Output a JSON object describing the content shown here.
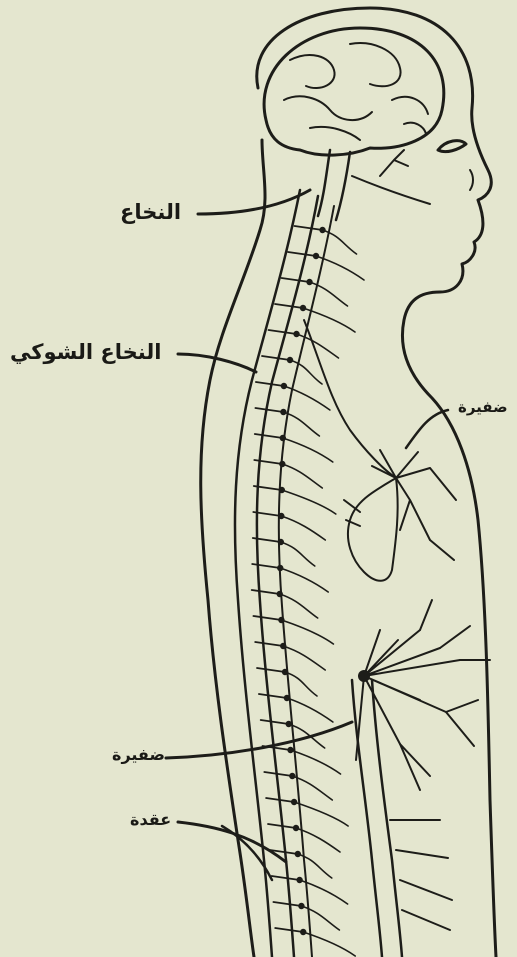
{
  "colors": {
    "paper": "#e4e6cf",
    "ink": "#1d1d19"
  },
  "labels": {
    "brain_stem": "النخاع",
    "spinal_cord": "النخاع الشوكي",
    "plexus_upper": "ضفيرة",
    "plexus_lower": "ضفيرة",
    "ganglion": "عقدة"
  }
}
